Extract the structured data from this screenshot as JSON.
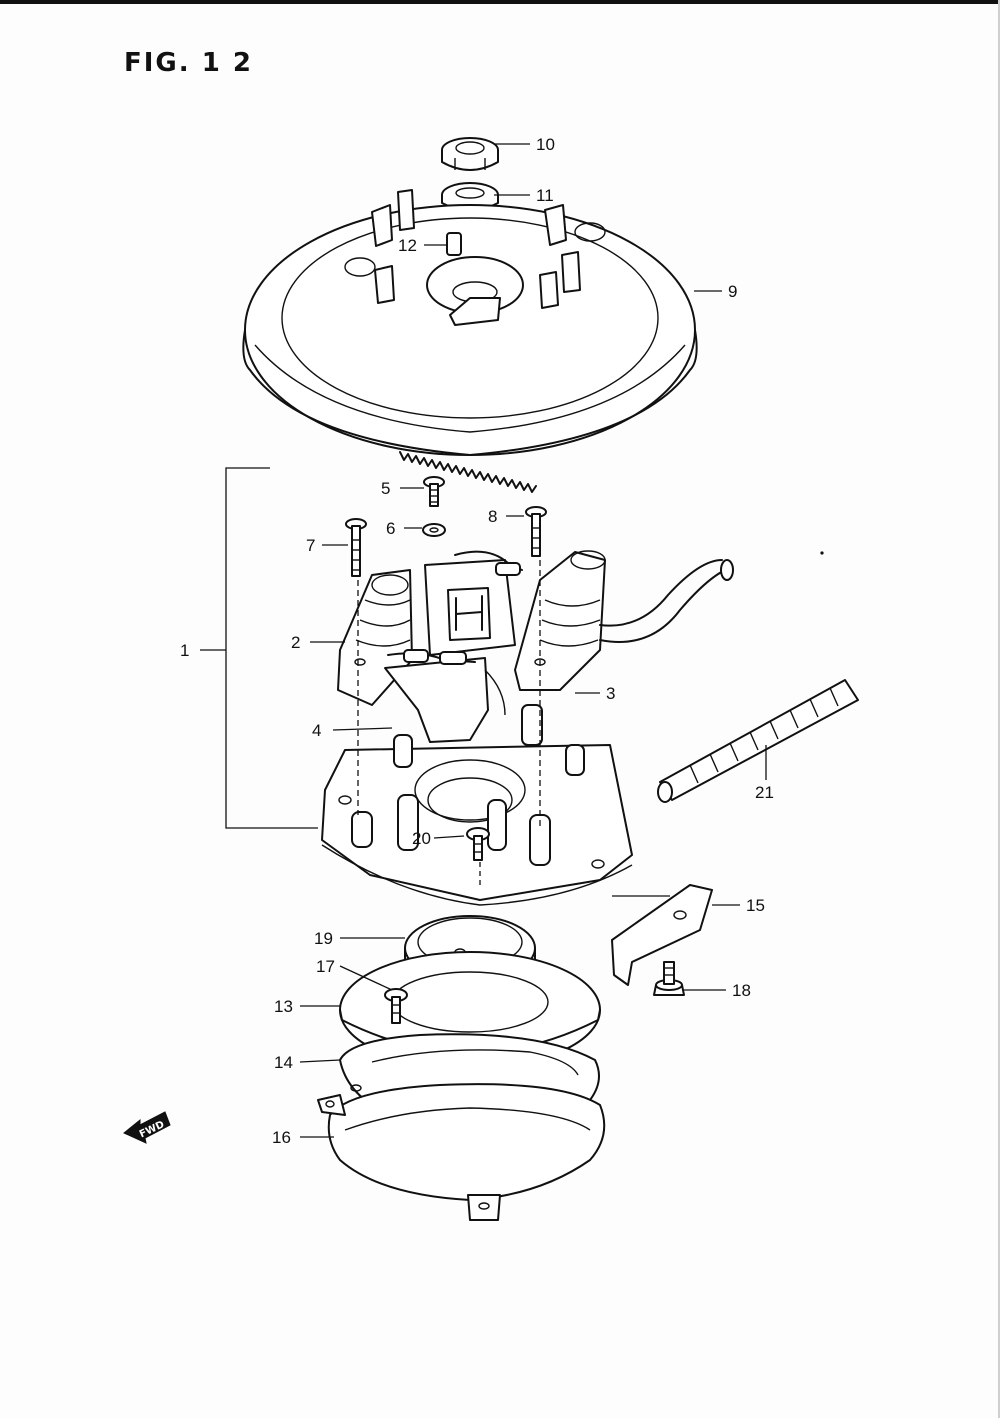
{
  "figure": {
    "title": "FIG. 1 2"
  },
  "callouts": [
    {
      "id": "c1",
      "label": "1"
    },
    {
      "id": "c2",
      "label": "2"
    },
    {
      "id": "c3",
      "label": "3"
    },
    {
      "id": "c4",
      "label": "4"
    },
    {
      "id": "c5",
      "label": "5"
    },
    {
      "id": "c6",
      "label": "6"
    },
    {
      "id": "c7",
      "label": "7"
    },
    {
      "id": "c8",
      "label": "8"
    },
    {
      "id": "c9",
      "label": "9"
    },
    {
      "id": "c10",
      "label": "10"
    },
    {
      "id": "c11",
      "label": "11"
    },
    {
      "id": "c12",
      "label": "12"
    },
    {
      "id": "c13",
      "label": "13"
    },
    {
      "id": "c14",
      "label": "14"
    },
    {
      "id": "c15",
      "label": "15"
    },
    {
      "id": "c16",
      "label": "16"
    },
    {
      "id": "c17",
      "label": "17"
    },
    {
      "id": "c18",
      "label": "18"
    },
    {
      "id": "c19",
      "label": "19"
    },
    {
      "id": "c20",
      "label": "20"
    },
    {
      "id": "c21",
      "label": "21"
    }
  ],
  "direction_marker": {
    "label": "FWD",
    "icon": "forward-arrow-icon"
  }
}
